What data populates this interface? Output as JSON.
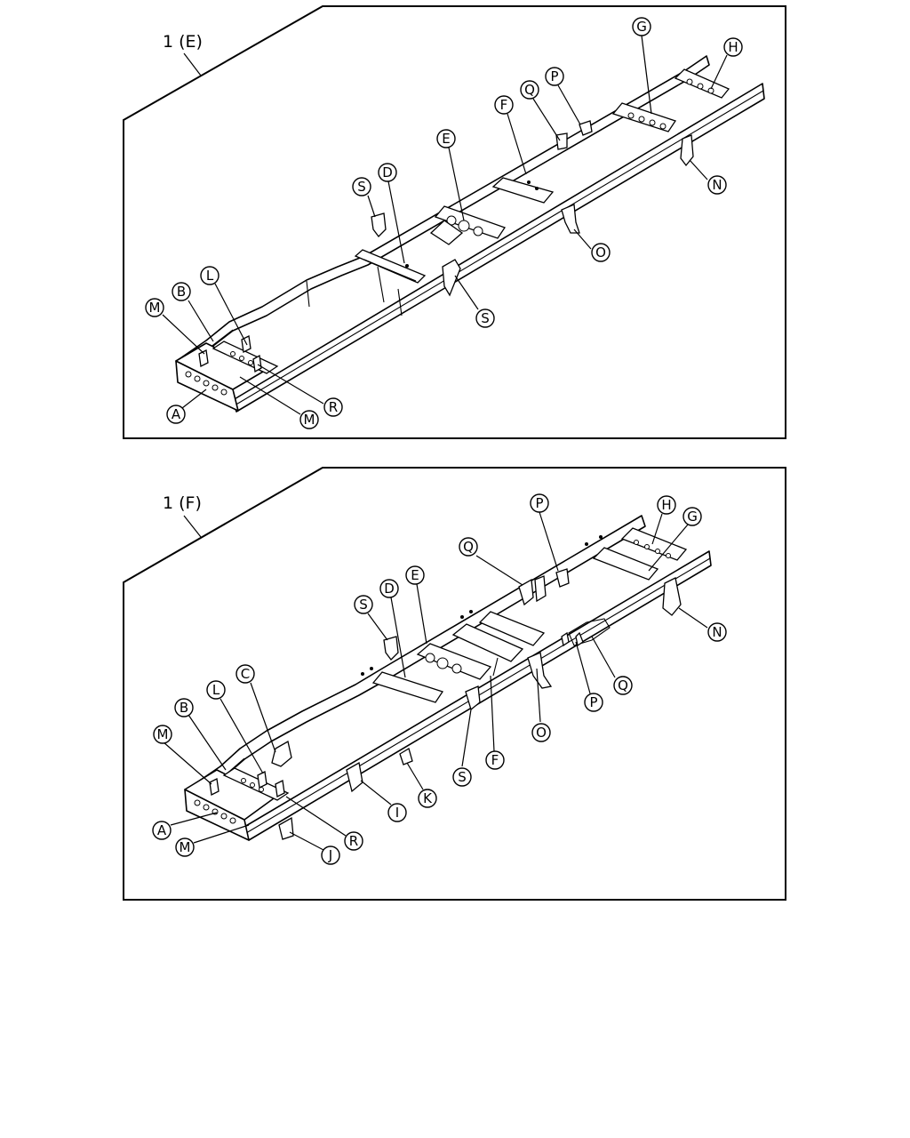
{
  "panels": [
    {
      "id": "E",
      "title": "1 (E)",
      "callouts": [
        {
          "id": "e-G",
          "label": "G"
        },
        {
          "id": "e-H",
          "label": "H"
        },
        {
          "id": "e-P",
          "label": "P"
        },
        {
          "id": "e-Q",
          "label": "Q"
        },
        {
          "id": "e-F",
          "label": "F"
        },
        {
          "id": "e-E",
          "label": "E"
        },
        {
          "id": "e-D",
          "label": "D"
        },
        {
          "id": "e-S1",
          "label": "S"
        },
        {
          "id": "e-N",
          "label": "N"
        },
        {
          "id": "e-O",
          "label": "O"
        },
        {
          "id": "e-S2",
          "label": "S"
        },
        {
          "id": "e-L",
          "label": "L"
        },
        {
          "id": "e-B",
          "label": "B"
        },
        {
          "id": "e-M1",
          "label": "M"
        },
        {
          "id": "e-R",
          "label": "R"
        },
        {
          "id": "e-A",
          "label": "A"
        },
        {
          "id": "e-M2",
          "label": "M"
        }
      ]
    },
    {
      "id": "F",
      "title": "1 (F)",
      "callouts": [
        {
          "id": "f-P1",
          "label": "P"
        },
        {
          "id": "f-H",
          "label": "H"
        },
        {
          "id": "f-G",
          "label": "G"
        },
        {
          "id": "f-Q1",
          "label": "Q"
        },
        {
          "id": "f-E",
          "label": "E"
        },
        {
          "id": "f-D",
          "label": "D"
        },
        {
          "id": "f-S1",
          "label": "S"
        },
        {
          "id": "f-N",
          "label": "N"
        },
        {
          "id": "f-C",
          "label": "C"
        },
        {
          "id": "f-L",
          "label": "L"
        },
        {
          "id": "f-B",
          "label": "B"
        },
        {
          "id": "f-M1",
          "label": "M"
        },
        {
          "id": "f-Q2",
          "label": "Q"
        },
        {
          "id": "f-P2",
          "label": "P"
        },
        {
          "id": "f-O",
          "label": "O"
        },
        {
          "id": "f-F",
          "label": "F"
        },
        {
          "id": "f-S2",
          "label": "S"
        },
        {
          "id": "f-K",
          "label": "K"
        },
        {
          "id": "f-I",
          "label": "I"
        },
        {
          "id": "f-R",
          "label": "R"
        },
        {
          "id": "f-J",
          "label": "J"
        },
        {
          "id": "f-A",
          "label": "A"
        },
        {
          "id": "f-M2",
          "label": "M"
        }
      ]
    }
  ]
}
